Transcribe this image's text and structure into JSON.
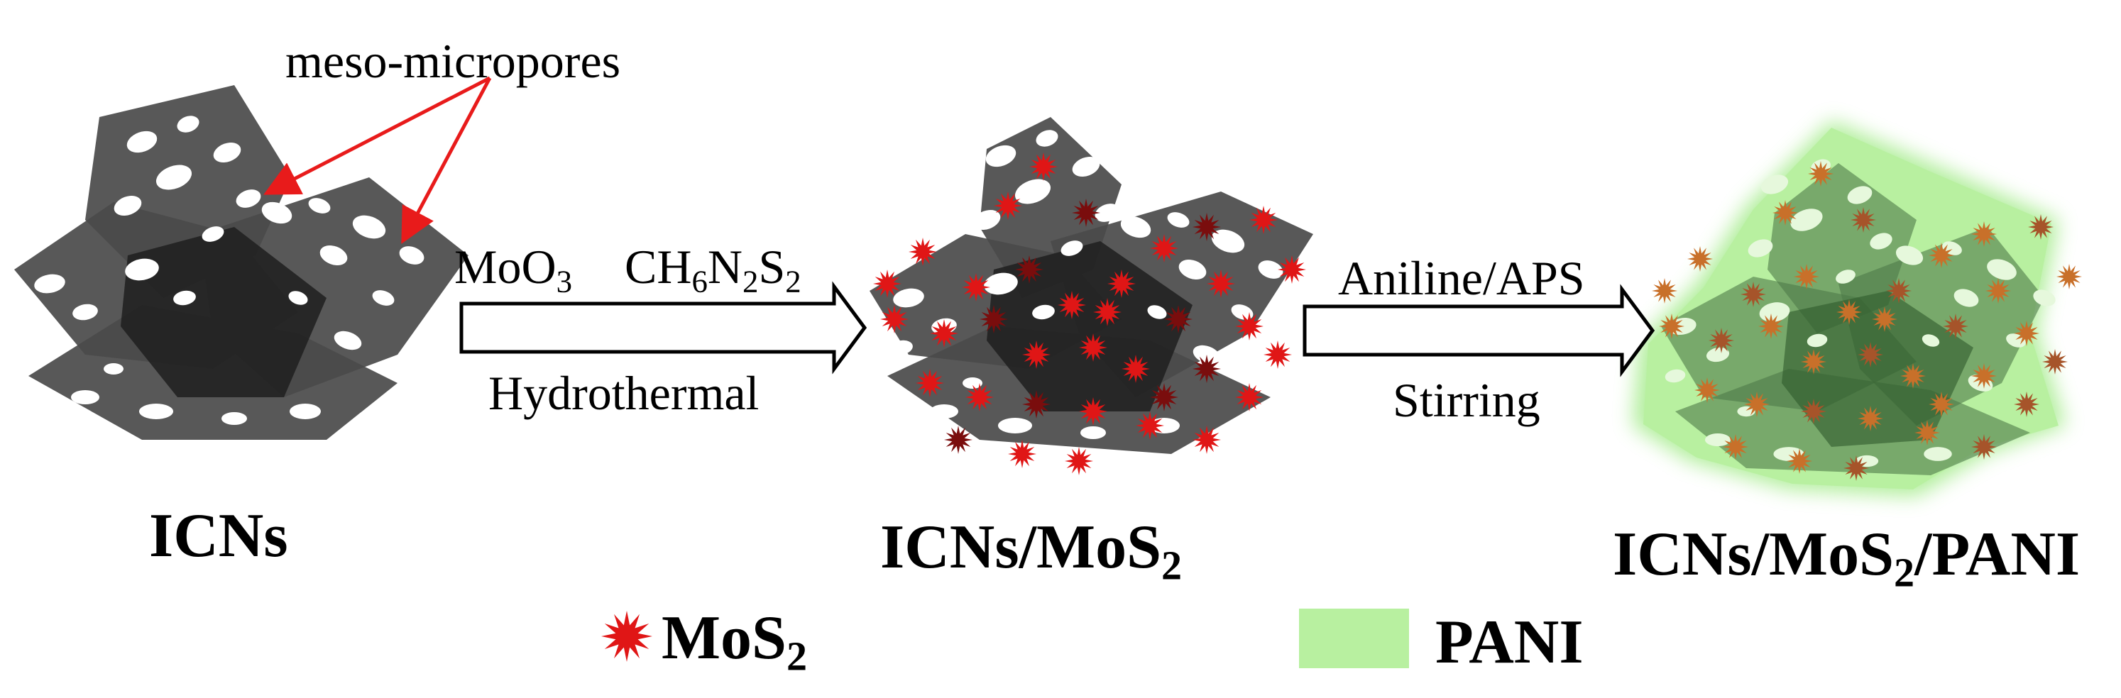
{
  "annotation": {
    "pores_label": "meso-micropores"
  },
  "step1": {
    "reagent_a_base": "MoO",
    "reagent_a_sub": "3",
    "reagent_b": [
      "CH",
      "6",
      "N",
      "2",
      "S",
      "2"
    ],
    "condition": "Hydrothermal"
  },
  "step2": {
    "reagents": "Aniline/APS",
    "condition": "Stirring"
  },
  "samples": {
    "s1": "ICNs",
    "s2_base": "ICNs/MoS",
    "s2_sub": "2",
    "s3_base": "ICNs/MoS",
    "s3_sub": "2",
    "s3_tail": "/PANI"
  },
  "legend": {
    "mos2_base": "MoS",
    "mos2_sub": "2",
    "pani": "PANI"
  },
  "colors": {
    "sheet": "#4a4a4a",
    "sheet_dark": "#1e1e1e",
    "pore": "#ffffff",
    "mos2": "#e01616",
    "mos2_dark": "#7a0d0d",
    "mos2_coated": "#c8702a",
    "pani": "#b8f0a0",
    "pani_edge": "#8fdc78",
    "arrow_annot": "#e81b1b"
  }
}
